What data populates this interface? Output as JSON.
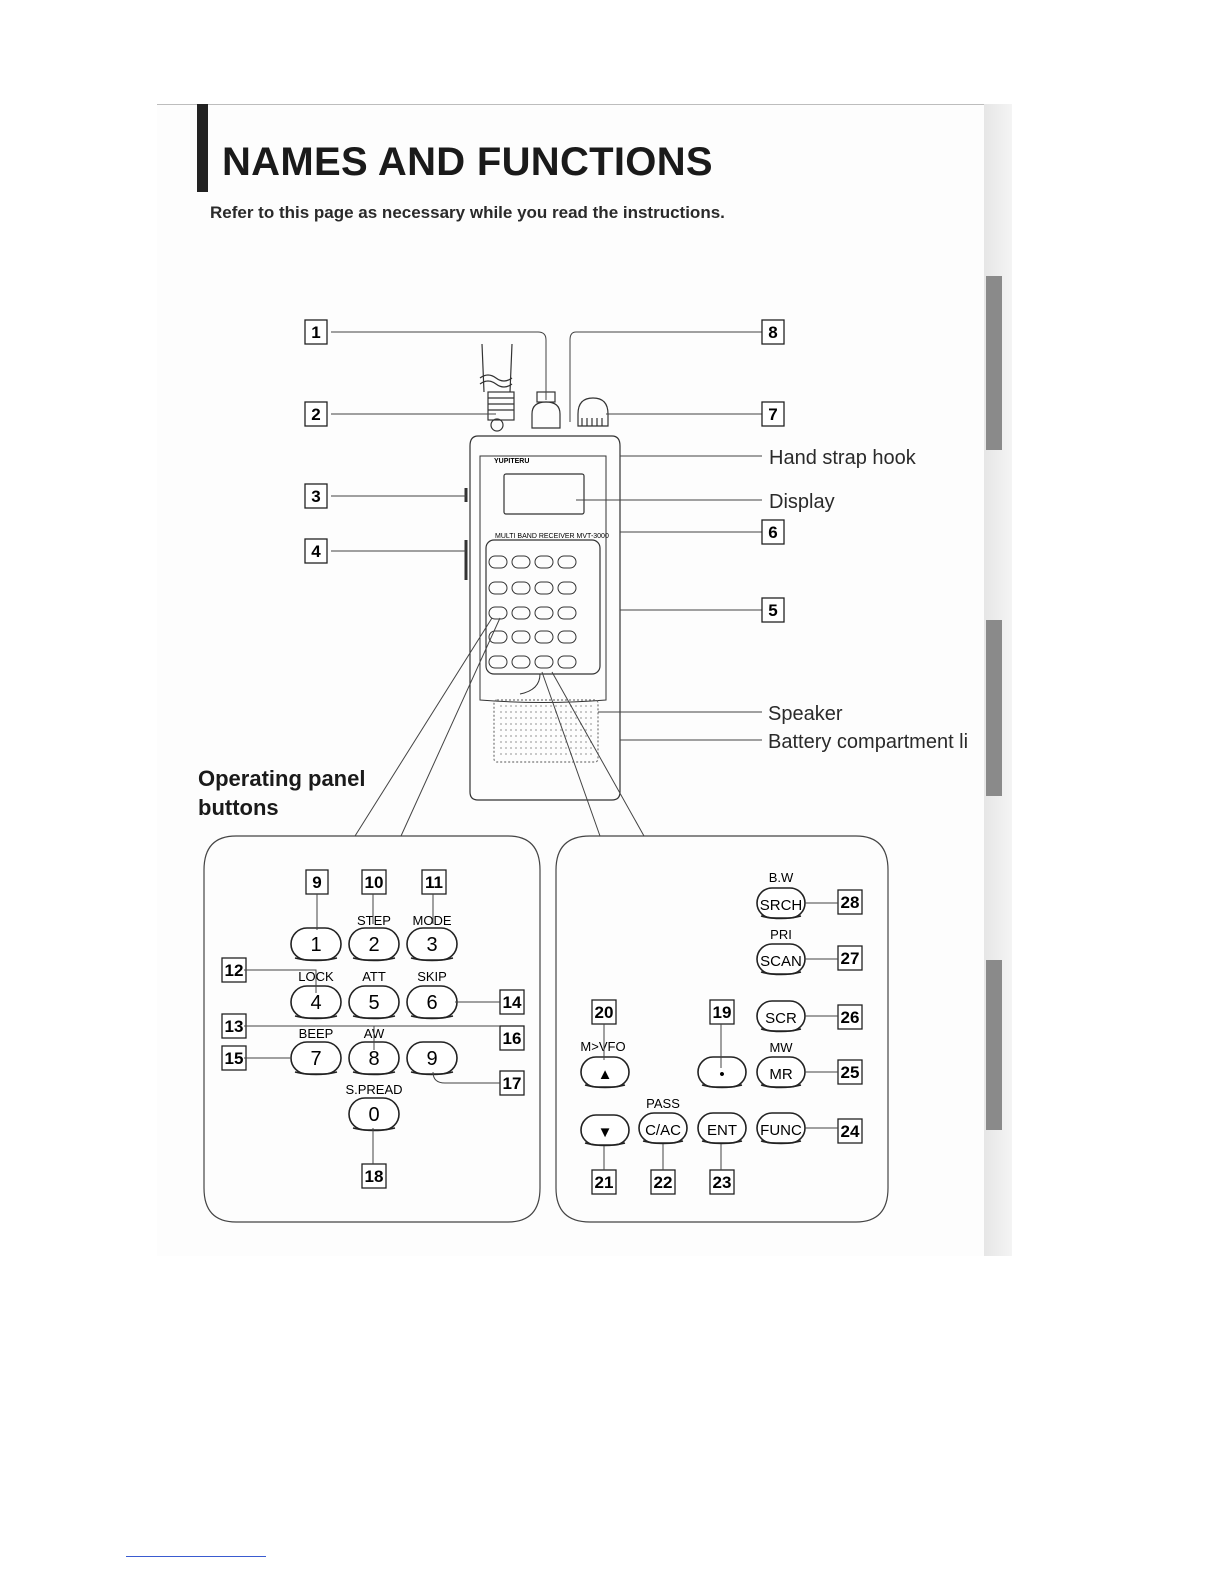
{
  "page": {
    "title": "NAMES AND FUNCTIONS",
    "subtitle": "Refer to this page as necessary while you read the instructions.",
    "panel_heading": "Operating panel buttons"
  },
  "radio": {
    "brand": "YUPITERU",
    "model_line": "MULTI BAND RECEIVER MVT-3000"
  },
  "callouts": {
    "hand_strap_hook": "Hand strap hook",
    "display": "Display",
    "speaker": "Speaker",
    "battery": "Battery compartment li"
  },
  "numbers": [
    "1",
    "2",
    "3",
    "4",
    "5",
    "6",
    "7",
    "8",
    "9",
    "10",
    "11",
    "12",
    "13",
    "14",
    "15",
    "16",
    "17",
    "18",
    "19",
    "20",
    "21",
    "22",
    "23",
    "24",
    "25",
    "26",
    "27",
    "28"
  ],
  "left_panel": {
    "keys": [
      "1",
      "2",
      "3",
      "4",
      "5",
      "6",
      "7",
      "8",
      "9",
      "0"
    ],
    "labels": {
      "step": "STEP",
      "mode": "MODE",
      "lock": "LOCK",
      "att": "ATT",
      "skip": "SKIP",
      "beep": "BEEP",
      "aw": "AW",
      "spread": "S.PREAD"
    }
  },
  "right_panel": {
    "keys": {
      "srch": "SRCH",
      "scan": "SCAN",
      "scr": "SCR",
      "mr": "MR",
      "func": "FUNC",
      "up": "▲",
      "dot": "•",
      "down": "▼",
      "cac": "C/AC",
      "ent": "ENT"
    },
    "labels": {
      "bw": "B.W",
      "pri": "PRI",
      "mw": "MW",
      "mvfo": "M>VFO",
      "pass": "PASS"
    }
  }
}
